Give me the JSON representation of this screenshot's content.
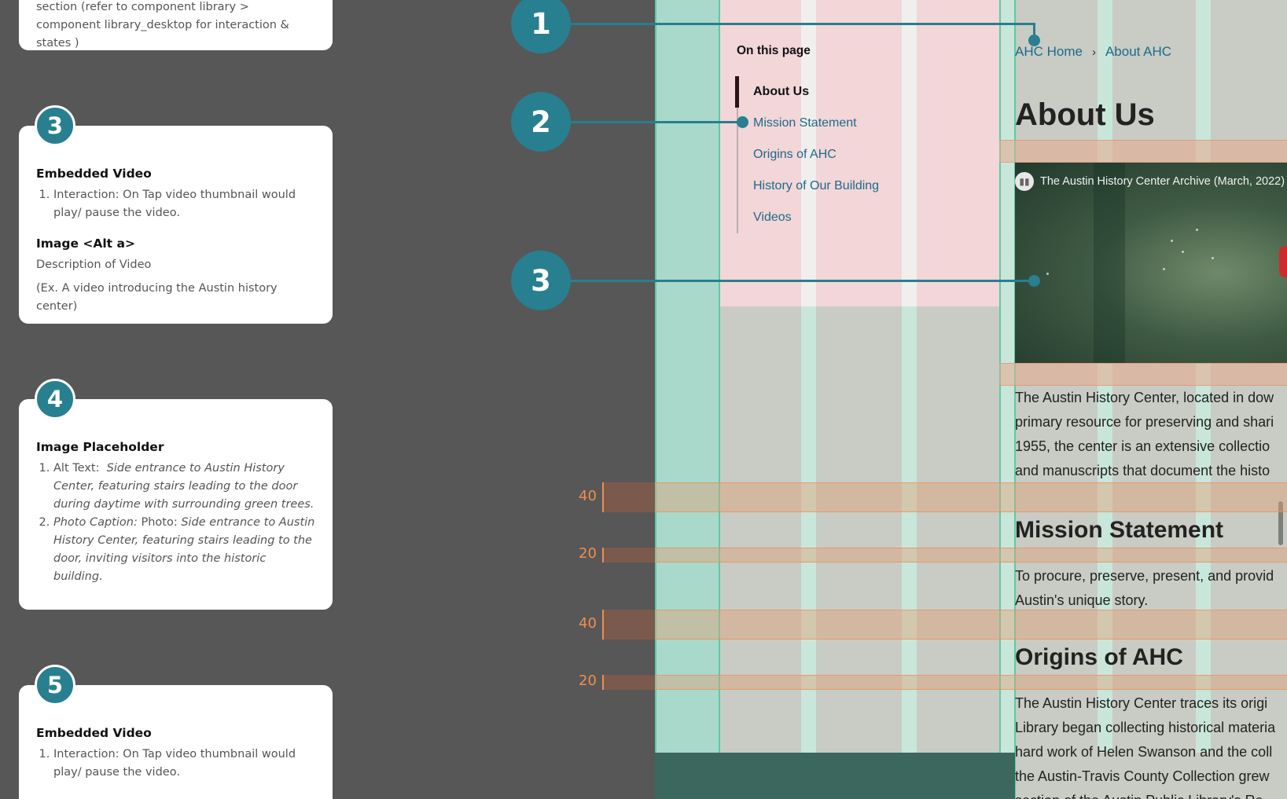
{
  "cards": [
    {
      "badge": "",
      "title": "",
      "items": [],
      "top_text": "section (refer to component library > component library_desktop for interaction & states )"
    },
    {
      "badge": "3",
      "title": "Embedded Video",
      "items": [
        "Interaction: On Tap video thumbnail would play/ pause the video."
      ],
      "sub_title": "Image <Alt a>",
      "sub_lines": [
        "Description of Video",
        "(Ex. A video introducing the Austin history center)"
      ]
    },
    {
      "badge": "4",
      "title": "Image Placeholder",
      "items": [
        {
          "prefix": "Alt Text:",
          "text": "Side entrance to Austin History Center, featuring stairs leading to the door during daytime with surrounding green trees."
        },
        {
          "prefix": "Photo Caption:",
          "mid": "Photo:",
          "text": "Side entrance to Austin History Center, featuring stairs leading to the door, inviting visitors into the historic building."
        }
      ]
    },
    {
      "badge": "5",
      "title": "Embedded Video",
      "items": [
        "Interaction: On Tap video thumbnail would play/ pause the video."
      ]
    }
  ],
  "callouts": [
    "1",
    "2",
    "3"
  ],
  "spacing_labels": [
    "40",
    "20",
    "40",
    "20"
  ],
  "on_this_page": {
    "title": "On this page",
    "items": [
      "About Us",
      "Mission Statement",
      "Origins of AHC",
      "History of Our Building",
      "Videos"
    ]
  },
  "breadcrumb": {
    "home": "AHC Home",
    "separator": "›",
    "current": "About AHC"
  },
  "content": {
    "h1": "About Us",
    "video_caption": "The Austin History Center Archive (March, 2022)",
    "p1": [
      "The Austin History Center, located in dow",
      "primary resource for preserving and shari",
      "1955, the center is an extensive collectio",
      "and manuscripts that document the histo"
    ],
    "h2_mission": "Mission Statement",
    "p2": [
      "To procure, preserve, present, and provid",
      "Austin's unique story."
    ],
    "h2_origins": "Origins of AHC",
    "p3": [
      "The Austin History Center traces its origi",
      "Library began collecting historical materia",
      "hard work of Helen Swanson and the coll",
      "the Austin-Travis County Collection grew",
      "section of the Austin Public Library's Re"
    ]
  },
  "colors": {
    "accent": "#287f8f",
    "link": "#1d6a8b",
    "spacing": "#f08d4f"
  }
}
